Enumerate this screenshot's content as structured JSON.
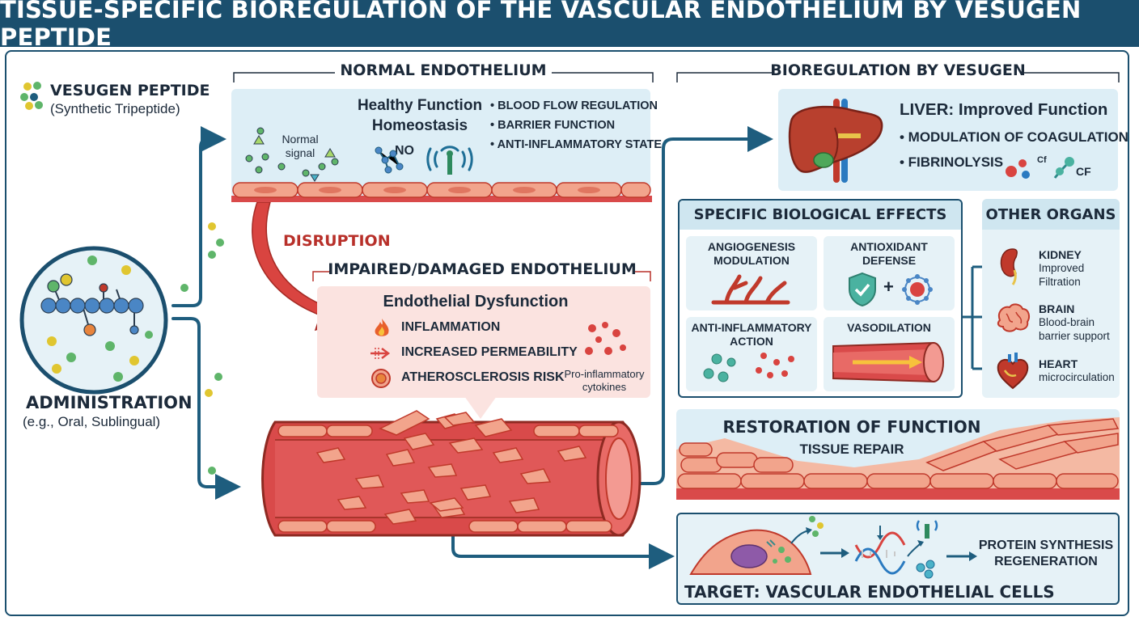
{
  "title": "TISSUE-SPECIFIC BIOREGULATION OF THE VASCULAR ENDOTHELIUM BY VESUGEN PEPTIDE",
  "left": {
    "peptide_name": "VESUGEN PEPTIDE",
    "peptide_desc": "(Synthetic Tripeptide)",
    "admin_title": "ADMINISTRATION",
    "admin_desc": "(e.g., Oral, Sublingual)"
  },
  "normal": {
    "header": "NORMAL ENDOTHELIUM",
    "function_line1": "Healthy Function",
    "function_line2": "Homeostasis",
    "signal_line1": "Normal",
    "signal_line2": "signal",
    "no_label": "NO",
    "bullets": [
      "• BLOOD FLOW REGULATION",
      "• BARRIER FUNCTION",
      "• ANTI-INFLAMMATORY STATE"
    ]
  },
  "disruption": "DISRUPTION",
  "impaired": {
    "header": "IMPAIRED/DAMAGED ENDOTHELIUM",
    "title": "Endothelial Dysfunction",
    "items": [
      "INFLAMMATION",
      "INCREASED PERMEABILITY",
      "ATHEROSCLEROSIS RISK"
    ],
    "cytokines_line1": "Pro-inflammatory",
    "cytokines_line2": "cytokines"
  },
  "bioreg": {
    "header": "BIOREGULATION BY VESUGEN",
    "liver_title": "LIVER: Improved Function",
    "liver_items": [
      "• MODULATION OF COAGULATION",
      "• FIBRINOLYSIS"
    ],
    "cf_small": "Cf",
    "cf_big": "CF"
  },
  "effects": {
    "header": "SPECIFIC BIOLOGICAL EFFECTS",
    "cells": [
      {
        "line1": "ANGIOGENESIS",
        "line2": "MODULATION"
      },
      {
        "line1": "ANTIOXIDANT",
        "line2": "DEFENSE"
      },
      {
        "line1": "ANTI-INFLAMMATORY",
        "line2": "ACTION"
      },
      {
        "line1": "VASODILATION",
        "line2": ""
      }
    ]
  },
  "organs": {
    "header": "OTHER ORGANS",
    "items": [
      {
        "name": "KIDNEY",
        "line1": "Improved",
        "line2": "Filtration"
      },
      {
        "name": "BRAIN",
        "line1": "Blood-brain",
        "line2": "barrier support"
      },
      {
        "name": "HEART",
        "line1": "microcirculation",
        "line2": ""
      }
    ]
  },
  "restoration": {
    "title": "RESTORATION OF FUNCTION",
    "subtitle": "TISSUE REPAIR"
  },
  "target": {
    "label": "TARGET: VASCULAR ENDOTHELIAL CELLS",
    "result_line1": "PROTEIN SYNTHESIS",
    "result_line2": "REGENERATION"
  },
  "colors": {
    "navy": "#1b4f6e",
    "arrow": "#1e5d7e",
    "vessel": "#d94a4a",
    "cell": "#f2a48c",
    "panel_blue": "#ddeef6",
    "panel_pink": "#fbe3e0",
    "disruption": "#b8302a"
  }
}
